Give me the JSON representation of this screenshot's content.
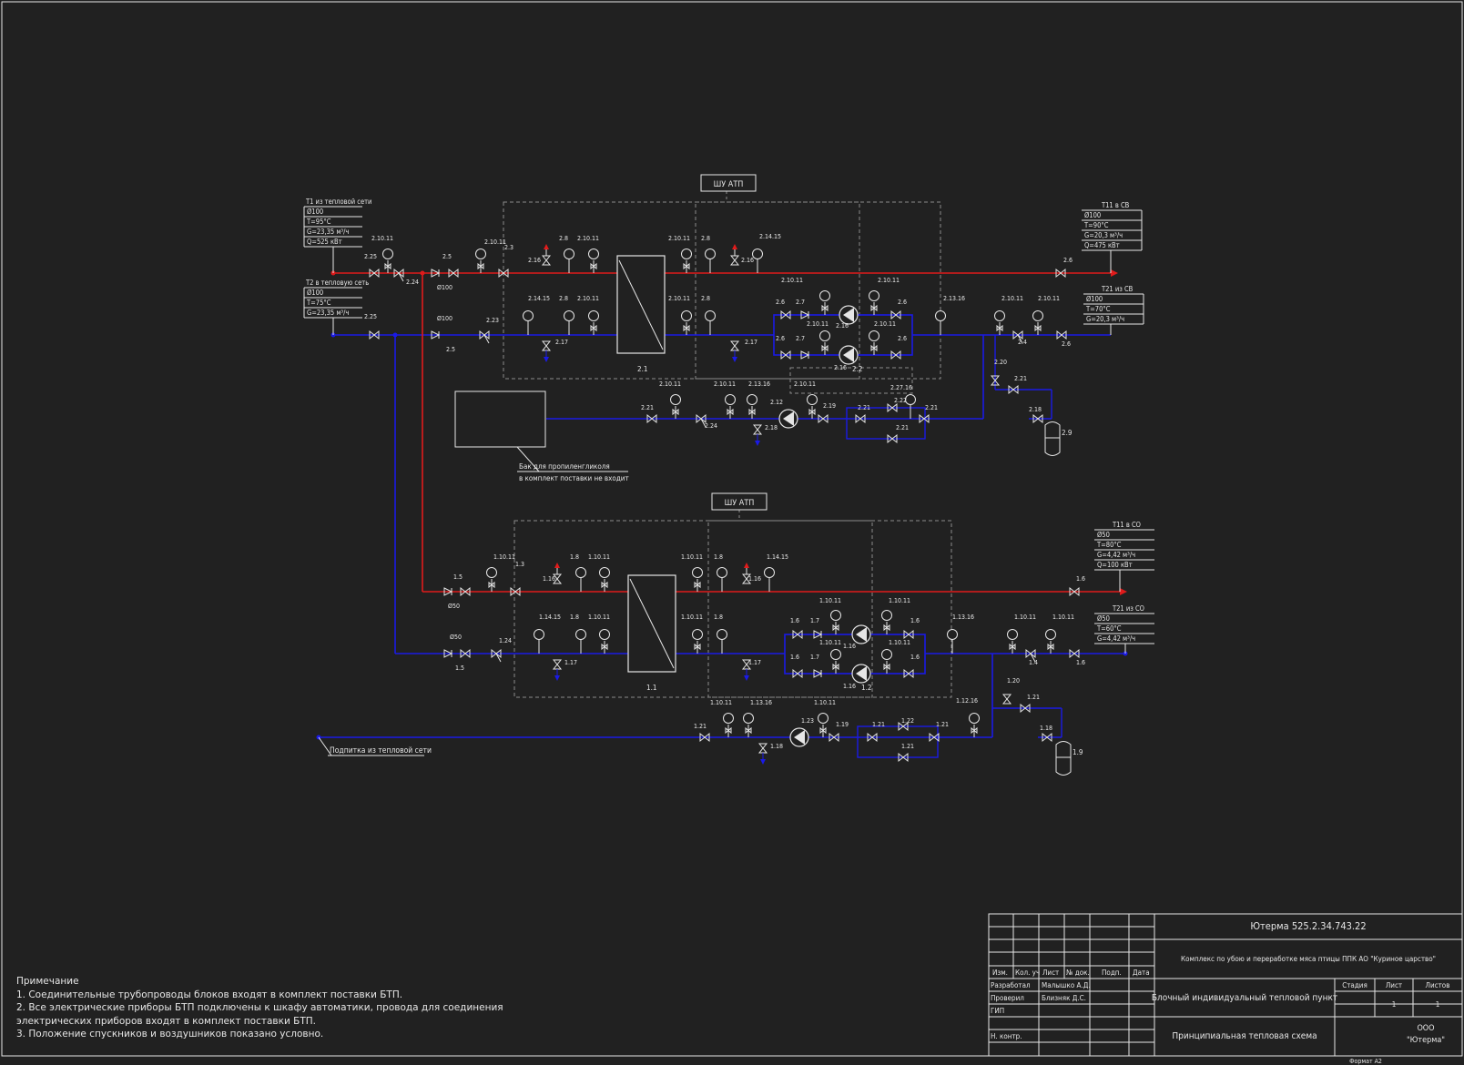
{
  "colors": {
    "background": "#212121",
    "supply": "#e01b1b",
    "return": "#1a1ae6",
    "line": "#e6e6e6",
    "dash": "#8a8a8a"
  },
  "panels": {
    "upper": "ШУ АТП",
    "lower": "ШУ АТП"
  },
  "inputs": {
    "t1": {
      "title": "Т1 из тепловой сети",
      "rows": [
        "Ø100",
        "Т=95°С",
        "G=23,35 м³/ч",
        "Q=525 кВт"
      ]
    },
    "t2": {
      "title": "Т2 в тепловую сеть",
      "rows": [
        "Ø100",
        "Т=75°С",
        "G=23,35 м³/ч"
      ]
    },
    "makeup": "Подпитка из тепловой сети"
  },
  "outputs": {
    "t11_vent": {
      "title": "Т11 в СВ",
      "rows": [
        "Ø100",
        "Т=90°С",
        "G=20,3 м³/ч",
        "Q=475 кВт"
      ]
    },
    "t21_vent": {
      "title": "Т21 из СВ",
      "rows": [
        "Ø100",
        "Т=70°С",
        "G=20,3 м³/ч"
      ]
    },
    "t11_heat": {
      "title": "Т11 в СО",
      "rows": [
        "Ø50",
        "Т=80°С",
        "G=4,42 м³/ч",
        "Q=100 кВт"
      ]
    },
    "t21_heat": {
      "title": "Т21 из СО",
      "rows": [
        "Ø50",
        "Т=60°С",
        "G=4,42 м³/ч"
      ]
    }
  },
  "tank": {
    "line1": "Бак для пропиленгликоля",
    "line2": "в комплект поставки не входит"
  },
  "equipment": {
    "hx_upper": "2.1",
    "hx_lower": "1.1",
    "pump_upper": "2.2",
    "pump_lower": "1.2",
    "exp_upper": "2.9",
    "exp_lower": "1.9"
  },
  "tags": {
    "u": [
      "2.10.11",
      "2.25",
      "2.24",
      "2.5",
      "Ø100",
      "2.10.11",
      "2.3",
      "2.16",
      "2.8",
      "2.10.11",
      "2.10.11",
      "2.8",
      "2.16",
      "2.14.15",
      "2.6",
      "2.25",
      "Ø100",
      "2.5",
      "2.23",
      "2.14.15",
      "2.8",
      "2.10.11",
      "2.17",
      "2.10.11",
      "2.8",
      "2.17",
      "2.10.11",
      "2.10.11",
      "2.6",
      "2.7",
      "2.6",
      "2.7",
      "2.10.11",
      "2.16",
      "2.10.11",
      "2.16",
      "2.6",
      "2.6",
      "2.13.16",
      "2.10.11",
      "2.10.11",
      "2.4",
      "2.6",
      "2.20",
      "2.21",
      "2.18",
      "2.10.11",
      "2.10.11",
      "2.13.16",
      "2.10.11",
      "2.27.16",
      "2.22",
      "2.21",
      "2.21",
      "2.21",
      "2.24",
      "2.12",
      "2.19",
      "2.18",
      "2.21"
    ],
    "l": [
      "1.10.11",
      "1.3",
      "1.5",
      "Ø50",
      "1.16",
      "1.8",
      "1.10.11",
      "1.10.11",
      "1.8",
      "1.16",
      "1.14.15",
      "1.6",
      "Ø50",
      "1.5",
      "1.24",
      "1.14.15",
      "1.8",
      "1.10.11",
      "1.17",
      "1.10.11",
      "1.8",
      "1.17",
      "1.10.11",
      "1.10.11",
      "1.6",
      "1.7",
      "1.6",
      "1.7",
      "1.10.11",
      "1.16",
      "1.10.11",
      "1.16",
      "1.6",
      "1.6",
      "1.13.16",
      "1.10.11",
      "1.10.11",
      "1.4",
      "1.6",
      "1.20",
      "1.21",
      "1.18",
      "1.10.11",
      "1.13.16",
      "1.23",
      "1.10.11",
      "1.19",
      "1.21",
      "1.22",
      "1.21",
      "1.21",
      "1.12.16",
      "1.21",
      "1.18"
    ]
  },
  "notes": {
    "title": "Примечание",
    "lines": [
      "1. Соединительные трубопроводы блоков входят в комплект поставки БТП.",
      "2. Все электрические приборы БТП подключены к шкафу автоматики, провода для соединения",
      "электрических приборов входят в комплект поставки БТП.",
      "3. Положение спускников и воздушников показано условно."
    ]
  },
  "title_block": {
    "code": "Ютерма 525.2.34.743.22",
    "project": "Комплекс по убою и переработке мяса птицы ППК АО \"Куриное царство\"",
    "headers": [
      "Изм.",
      "Кол. уч",
      "Лист",
      "№ док.",
      "Подп.",
      "Дата"
    ],
    "roles": [
      "Разработал",
      "Проверил",
      "ГИП",
      "Н. контр."
    ],
    "names": [
      "Малышко А.Д.",
      "Близняк Д.С."
    ],
    "object": "Блочный индивидуальный тепловой пункт",
    "sheet_title": "Принципиальная тепловая схема",
    "stage_label": "Стадия",
    "sheet_label": "Лист",
    "sheets_label": "Листов",
    "sheet_no": "1",
    "sheets_no": "1",
    "org1": "ООО",
    "org2": "\"Ютерма\"",
    "format": "Формат А2"
  }
}
